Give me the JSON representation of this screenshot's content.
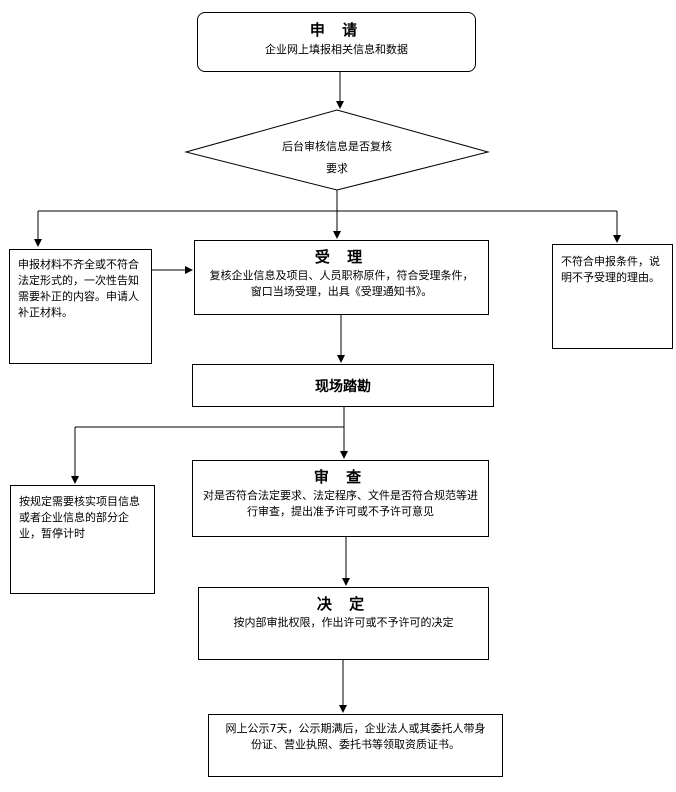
{
  "apply": {
    "title": "申 请",
    "text": "企业网上填报相关信息和数据"
  },
  "diamond": {
    "line1": "后台审核信息是否复核",
    "line2": "要求"
  },
  "left_note1": "申报材料不齐全或不符合法定形式的，一次性告知需要补正的内容。申请人补正材料。",
  "accept": {
    "title": "受 理",
    "text": "复核企业信息及项目、人员职称原件，符合受理条件，窗口当场受理，出具《受理通知书》。"
  },
  "right_note": "不符合申报条件，说明不予受理的理由。",
  "survey": {
    "title": "现场踏勘"
  },
  "review": {
    "title": "审 查",
    "text": "对是否符合法定要求、法定程序、文件是否符合规范等进行审查，提出准予许可或不予许可意见"
  },
  "left_note2": "按规定需要核实项目信息或者企业信息的部分企业，暂停计时",
  "decide": {
    "title": "决 定",
    "text": "按内部审批权限，作出许可或不予许可的决定"
  },
  "final": {
    "text": "网上公示7天，公示期满后，企业法人或其委托人带身份证、营业执照、委托书等领取资质证书。"
  }
}
